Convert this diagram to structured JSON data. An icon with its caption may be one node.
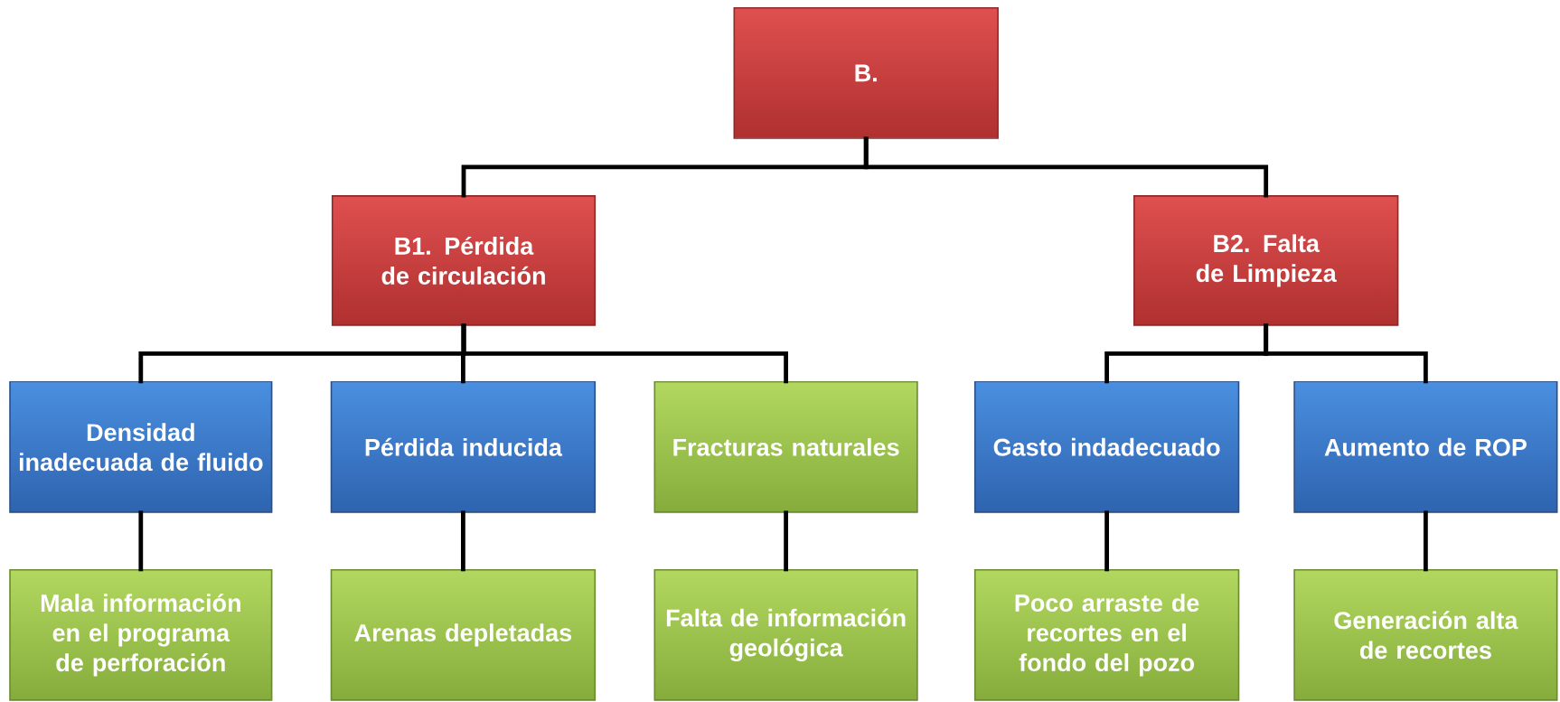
{
  "diagram": {
    "nodes": [
      {
        "text": [
          "B."
        ]
      },
      {
        "text": [
          "B1. Pérdida de circulación"
        ]
      },
      {
        "text": [
          "B2. Falta de Limpieza"
        ]
      },
      {
        "text": [
          "Densidad inadecuada de fluido"
        ]
      },
      {
        "text": [
          "Pérdida inducida"
        ]
      },
      {
        "text": [
          "Fracturas naturales"
        ]
      },
      {
        "text": [
          "Gasto indadecuado"
        ]
      },
      {
        "text": [
          "Aumento de ROP"
        ]
      },
      {
        "text": [
          "Mala información en el programa de perforación"
        ]
      },
      {
        "text": [
          "Arenas depletadas"
        ]
      },
      {
        "text": [
          "Falta de información geológica"
        ]
      },
      {
        "text": [
          "Poco arraste de recortes en el fondo del pozo"
        ]
      },
      {
        "text": [
          "Generación alta de recortes"
        ]
      }
    ],
    "edges": [
      {
        "from": 0,
        "to": 1,
        "arrow": "none"
      },
      {
        "from": 0,
        "to": 2,
        "arrow": "none"
      },
      {
        "from": 1,
        "to": 3,
        "arrow": "none"
      },
      {
        "from": 1,
        "to": 4,
        "arrow": "none"
      },
      {
        "from": 1,
        "to": 5,
        "arrow": "none"
      },
      {
        "from": 2,
        "to": 6,
        "arrow": "none"
      },
      {
        "from": 2,
        "to": 7,
        "arrow": "none"
      },
      {
        "from": 3,
        "to": 8,
        "arrow": "none"
      },
      {
        "from": 4,
        "to": 9,
        "arrow": "none"
      },
      {
        "from": 5,
        "to": 10,
        "arrow": "none"
      },
      {
        "from": 6,
        "to": 11,
        "arrow": "none"
      },
      {
        "from": 7,
        "to": 12,
        "arrow": "none"
      }
    ]
  }
}
